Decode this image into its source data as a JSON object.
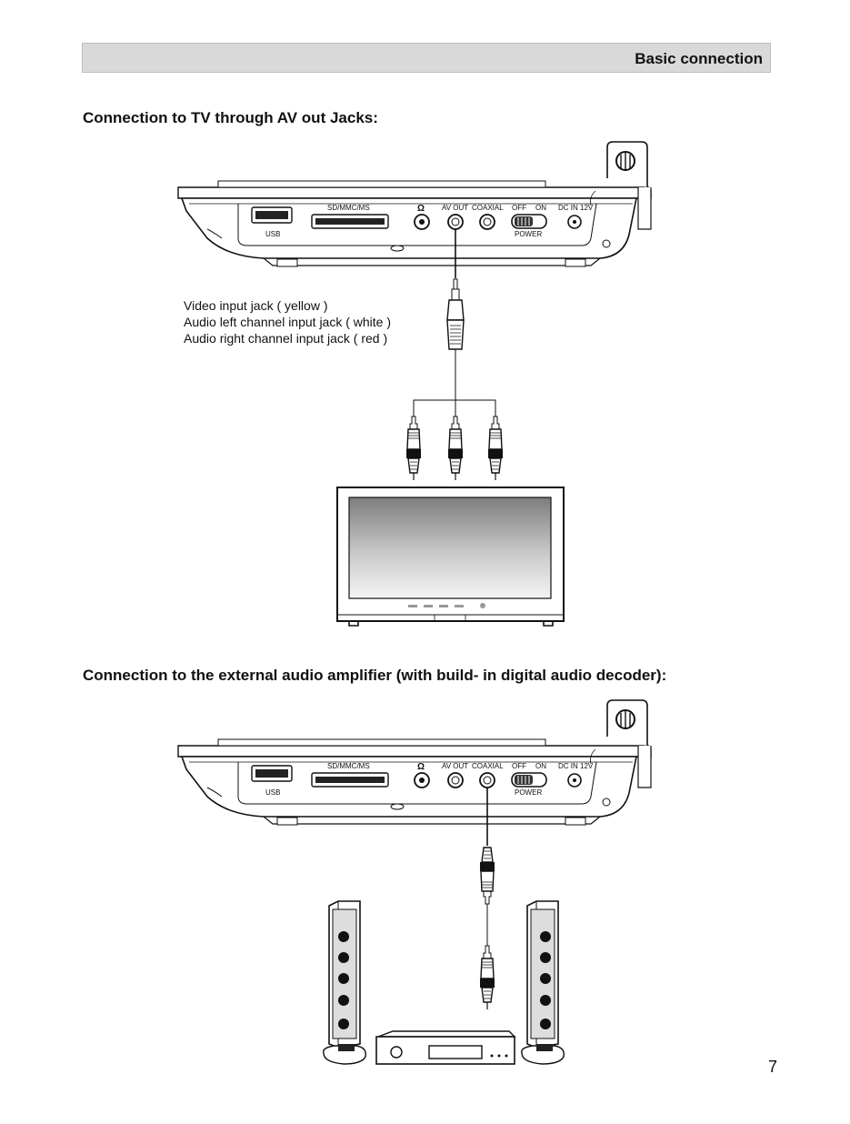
{
  "header": {
    "title": "Basic connection"
  },
  "sections": [
    {
      "title": "Connection to TV  through AV out Jacks:"
    },
    {
      "title": "Connection to the external audio amplifier (with build- in digital audio decoder):"
    }
  ],
  "device_labels": {
    "usb": "USB",
    "card_slot": "SD/MMC/MS",
    "headphone": "Ω",
    "av_out": "AV OUT",
    "coaxial": "COAXIAL",
    "off": "OFF",
    "on": "ON",
    "power": "POWER",
    "dc_in": "DC IN 12V"
  },
  "cable_labels": [
    "Video input jack ( yellow )",
    "Audio left channel  input jack ( white )",
    "Audio right channel  input jack ( red )"
  ],
  "page_number": "7"
}
